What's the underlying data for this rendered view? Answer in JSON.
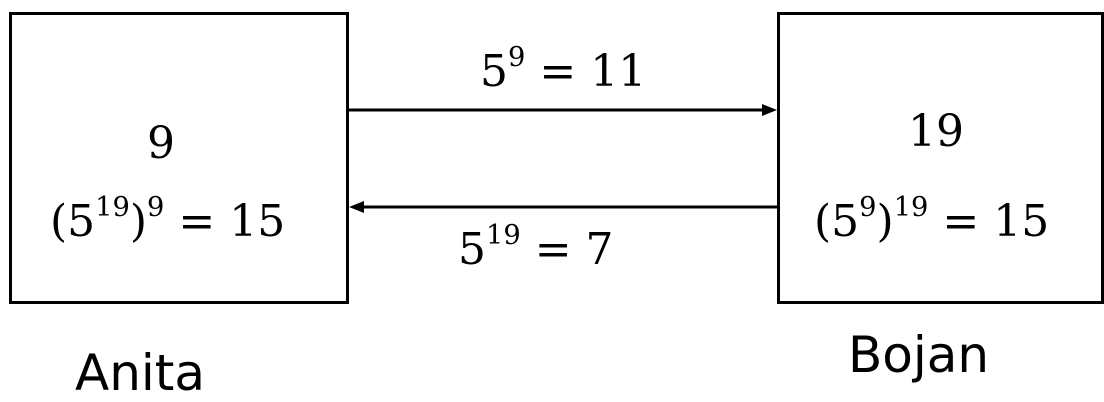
{
  "anita": {
    "name": "Anita",
    "secret": "9",
    "shared_base": "5",
    "shared_exp_inner": "19",
    "shared_exp_outer": "9",
    "shared_result": "15"
  },
  "bojan": {
    "name": "Bojan",
    "secret": "19",
    "shared_base": "5",
    "shared_exp_inner": "9",
    "shared_exp_outer": "19",
    "shared_result": "15"
  },
  "message_to_bojan": {
    "base": "5",
    "exp": "9",
    "result": "11"
  },
  "message_to_anita": {
    "base": "5",
    "exp": "19",
    "result": "7"
  },
  "colors": {
    "stroke": "#000000",
    "background": "#ffffff"
  }
}
